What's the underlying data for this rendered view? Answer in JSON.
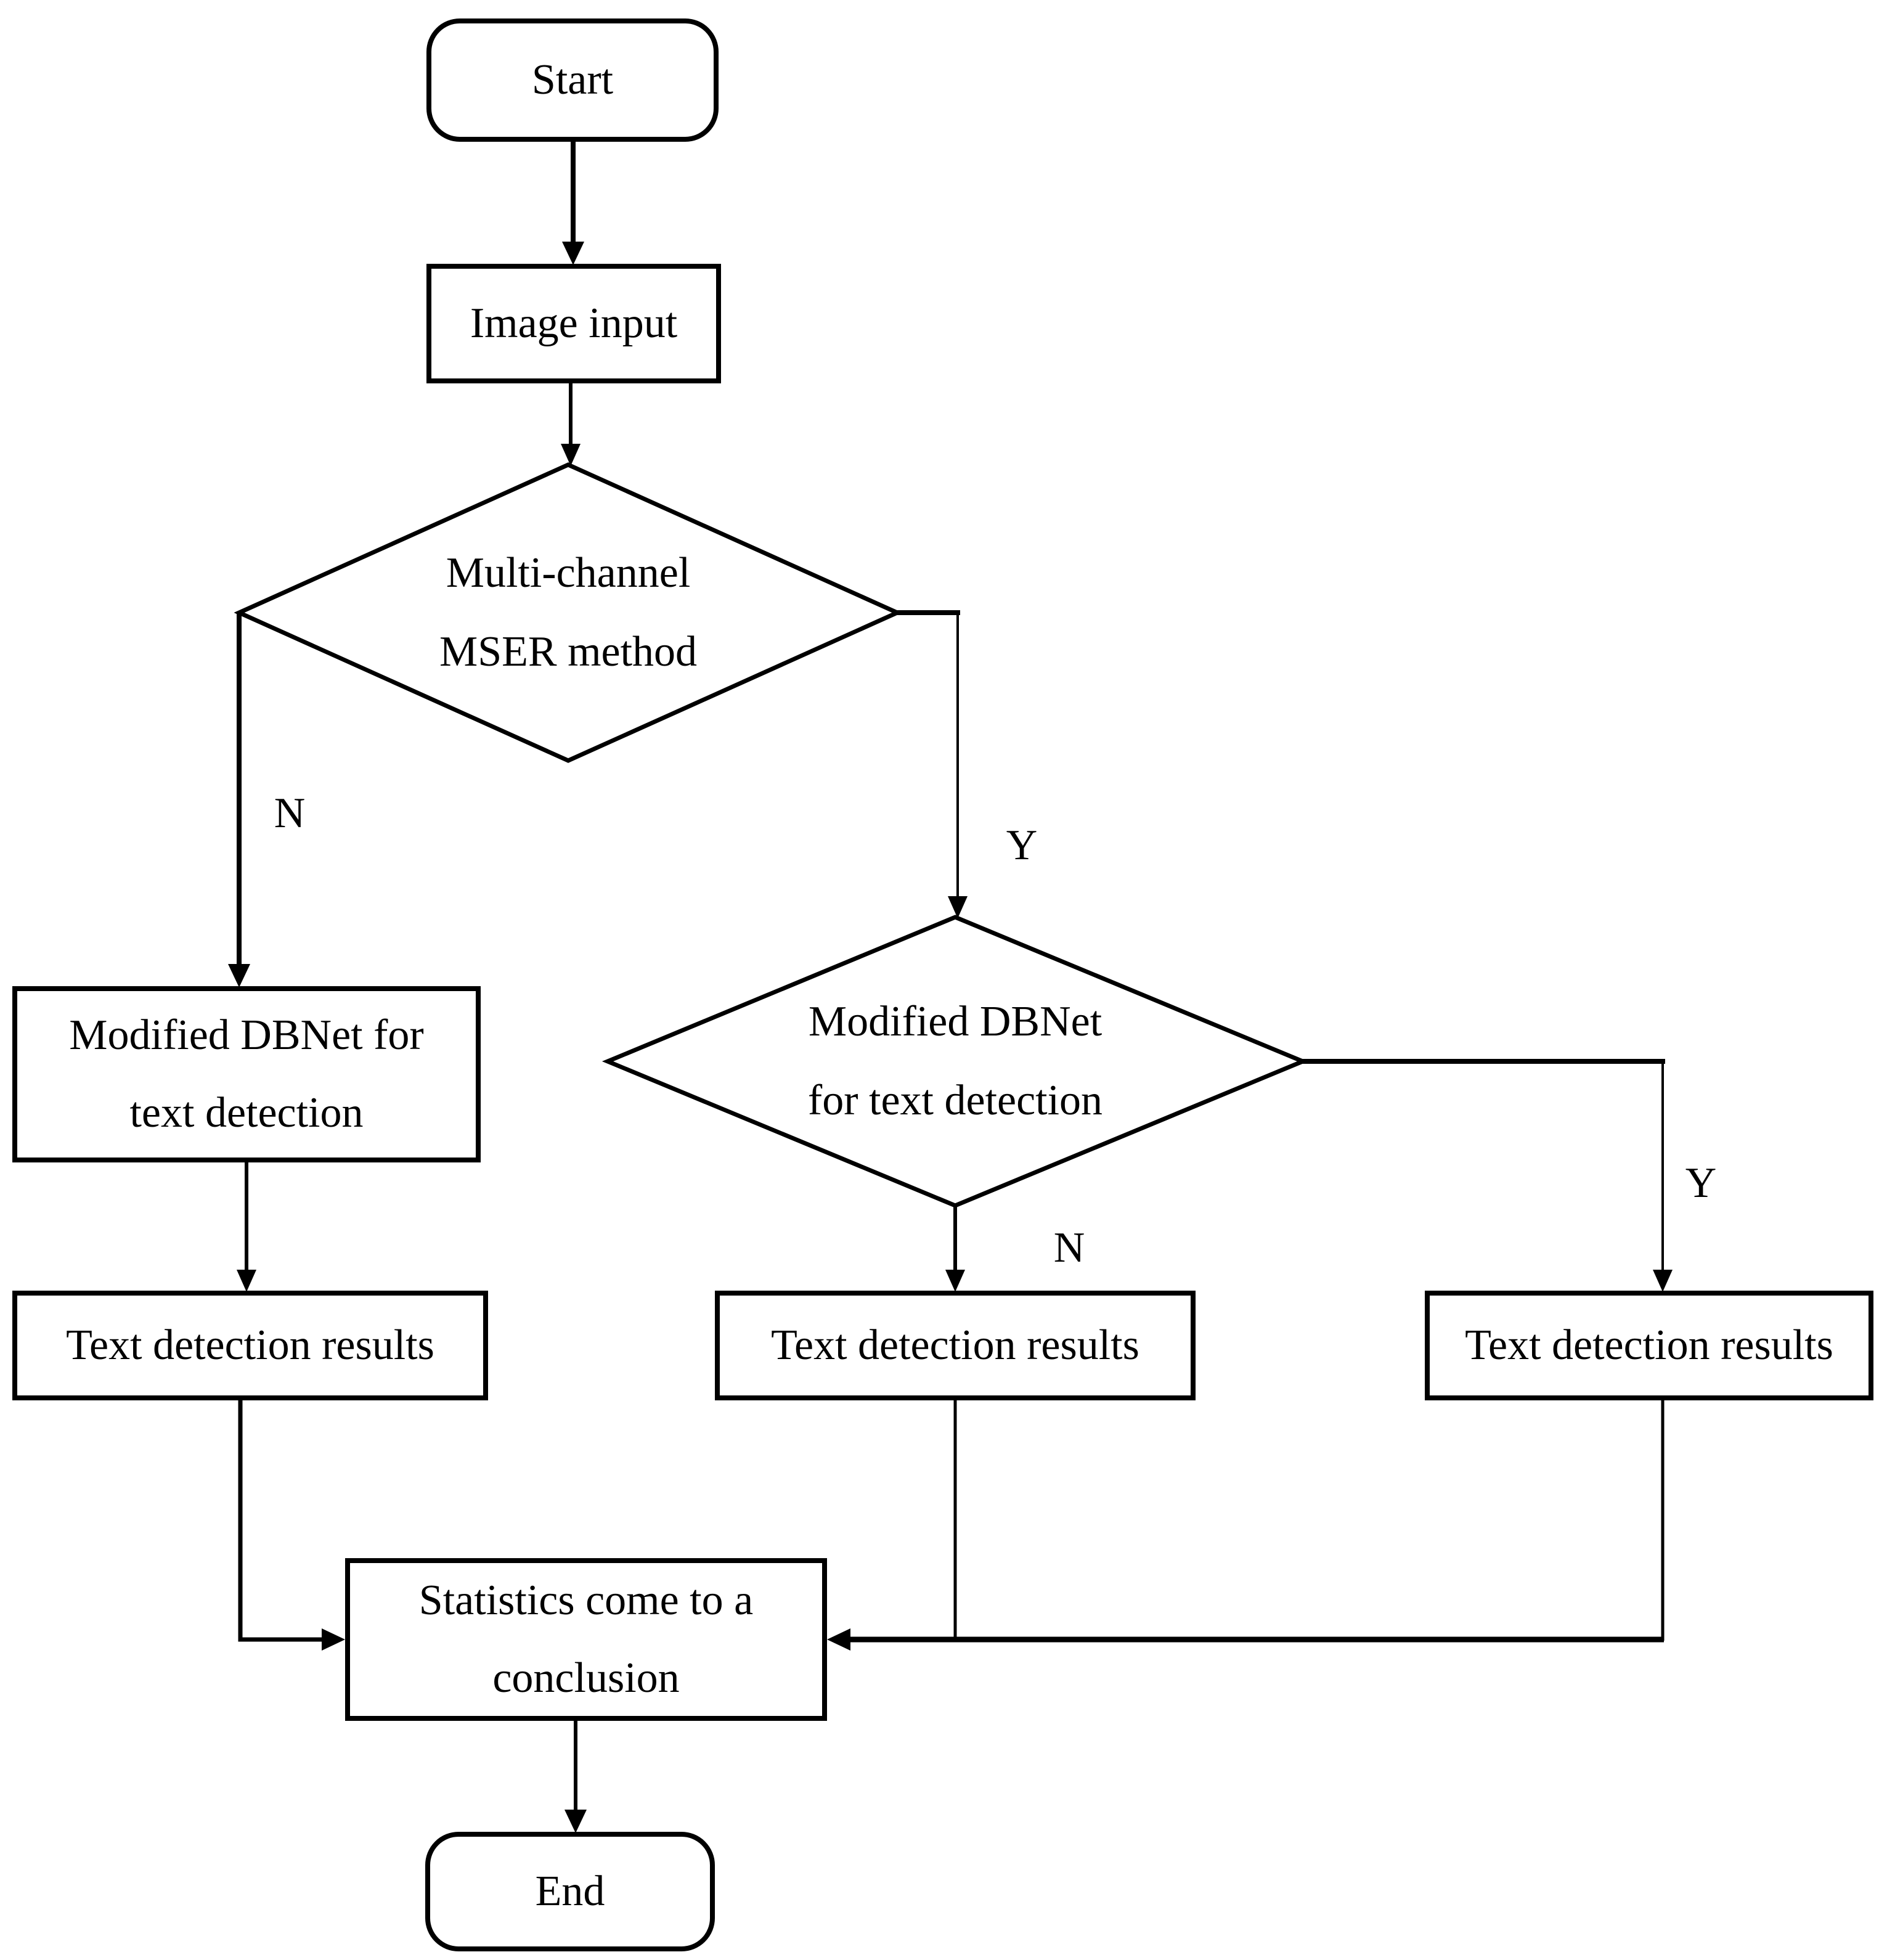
{
  "figure": {
    "background_color": "#ffffff",
    "line_color": "#000000",
    "text_color": "#000000"
  },
  "nodes": {
    "start": {
      "label": "Start",
      "shape": "rounded-terminator"
    },
    "image_input": {
      "label": "Image input",
      "shape": "rect-process"
    },
    "mser_decision": {
      "lines": [
        "Multi-channel",
        "MSER method"
      ],
      "shape": "diamond-decision"
    },
    "dbnet_process": {
      "lines": [
        "Modified DBNet for",
        "text detection"
      ],
      "shape": "rect-process"
    },
    "dbnet_decision": {
      "lines": [
        "Modified DBNet",
        "for text detection"
      ],
      "shape": "diamond-decision"
    },
    "results_left": {
      "label": "Text detection results",
      "shape": "rect-process"
    },
    "results_middle": {
      "label": "Text detection results",
      "shape": "rect-process"
    },
    "results_right": {
      "label": "Text detection results",
      "shape": "rect-process"
    },
    "statistics": {
      "lines": [
        "Statistics come to a",
        "conclusion"
      ],
      "shape": "rect-process"
    },
    "end": {
      "label": "End",
      "shape": "rounded-terminator"
    }
  },
  "edge_labels": {
    "mser_no": "N",
    "mser_yes": "Y",
    "dbnet_no": "N",
    "dbnet_yes": "Y"
  }
}
